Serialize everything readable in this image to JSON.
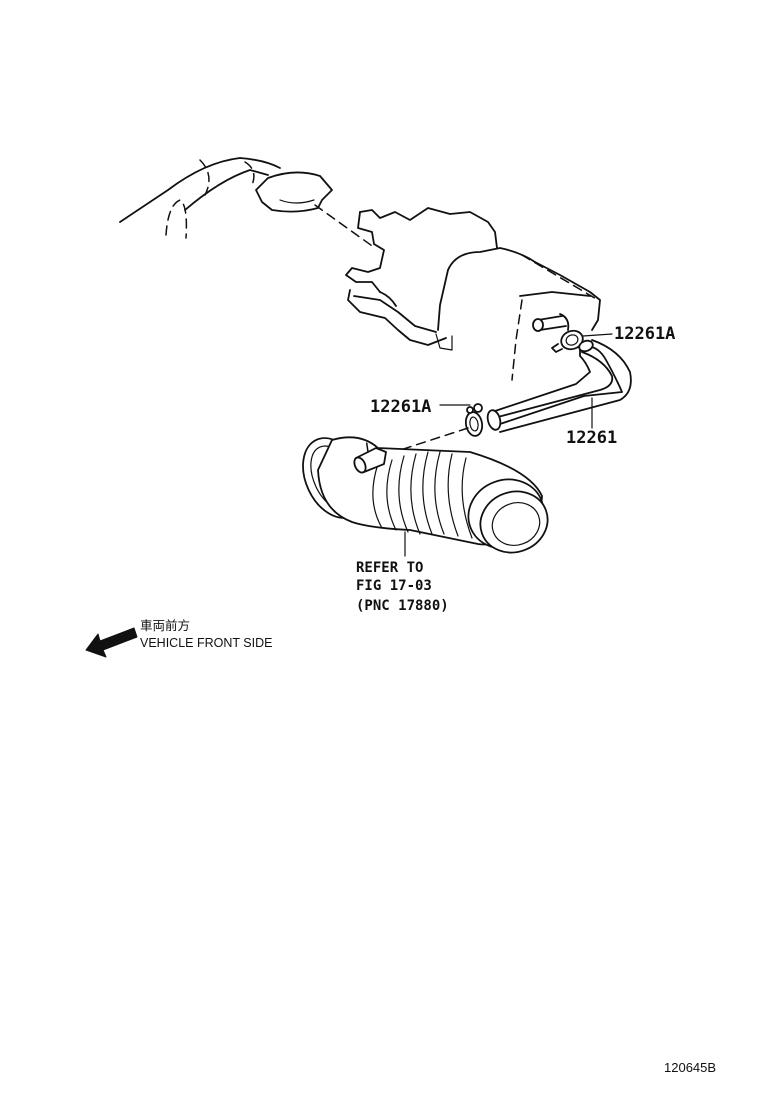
{
  "callouts": {
    "clamp_upper": "12261A",
    "clamp_lower": "12261A",
    "hose": "12261"
  },
  "reference": {
    "line1": "REFER TO",
    "line2": "FIG 17-03",
    "line3": "(PNC 17880)"
  },
  "direction": {
    "label_jp": "車両前方",
    "label_en": "VEHICLE FRONT SIDE",
    "icon": "arrow-left-down-icon"
  },
  "figure_id": "120645B"
}
